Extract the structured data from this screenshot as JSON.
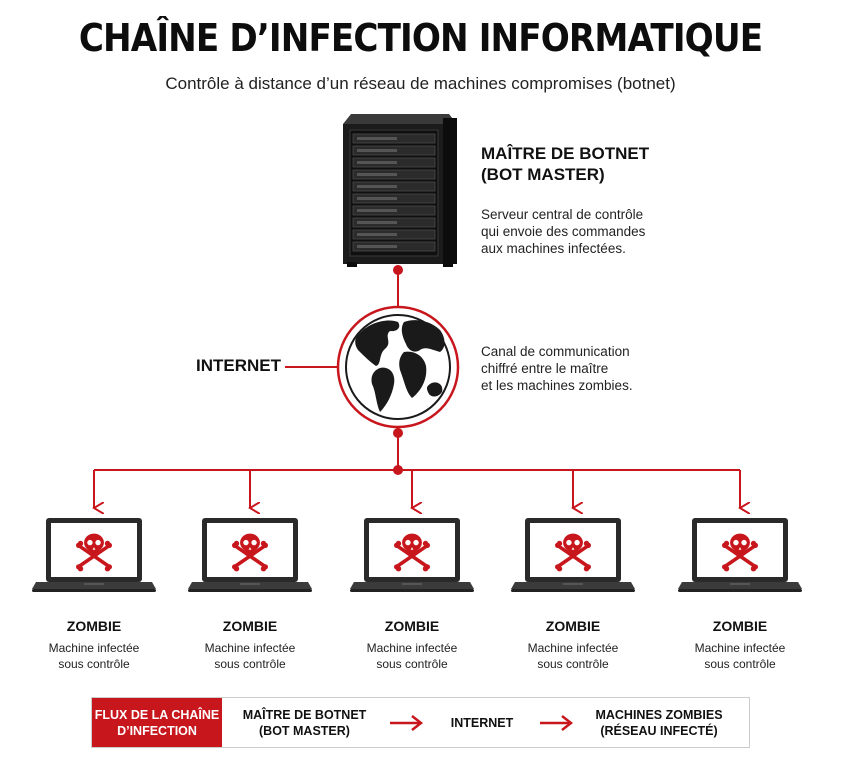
{
  "title": "CHAÎNE D’INFECTION INFORMATIQUE",
  "subtitle": "Contrôle à distance d’un réseau de machines compromises (botnet)",
  "master": {
    "title_line1": "MAÎTRE DE BOTNET",
    "title_line2": "(BOT MASTER)",
    "desc_line1": "Serveur central de contrôle",
    "desc_line2": "qui envoie des commandes",
    "desc_line3": "aux machines infectées."
  },
  "internet": {
    "label": "INTERNET",
    "desc_line1": "Canal de communication",
    "desc_line2": "chiffré entre le maître",
    "desc_line3": "et les machines zombies."
  },
  "zombies": [
    {
      "label": "ZOMBIE",
      "desc_line1": "Machine infectée",
      "desc_line2": "sous contrôle"
    },
    {
      "label": "ZOMBIE",
      "desc_line1": "Machine infectée",
      "desc_line2": "sous contrôle"
    },
    {
      "label": "ZOMBIE",
      "desc_line1": "Machine infectée",
      "desc_line2": "sous contrôle"
    },
    {
      "label": "ZOMBIE",
      "desc_line1": "Machine infectée",
      "desc_line2": "sous contrôle"
    },
    {
      "label": "ZOMBIE",
      "desc_line1": "Machine infectée",
      "desc_line2": "sous contrôle"
    }
  ],
  "legend": {
    "head_line1": "FLUX DE LA CHAÎNE",
    "head_line2": "D’INFECTION",
    "step1_line1": "MAÎTRE DE BOTNET",
    "step1_line2": "(BOT MASTER)",
    "step2": "INTERNET",
    "step3_line1": "MACHINES ZOMBIES",
    "step3_line2": "(RÉSEAU INFECTÉ)"
  },
  "colors": {
    "accent": "#c8161d",
    "dark": "#111111"
  },
  "icons": {
    "master": "server-rack-icon",
    "internet": "globe-icon",
    "zombie": "infected-laptop-skull-icon"
  }
}
